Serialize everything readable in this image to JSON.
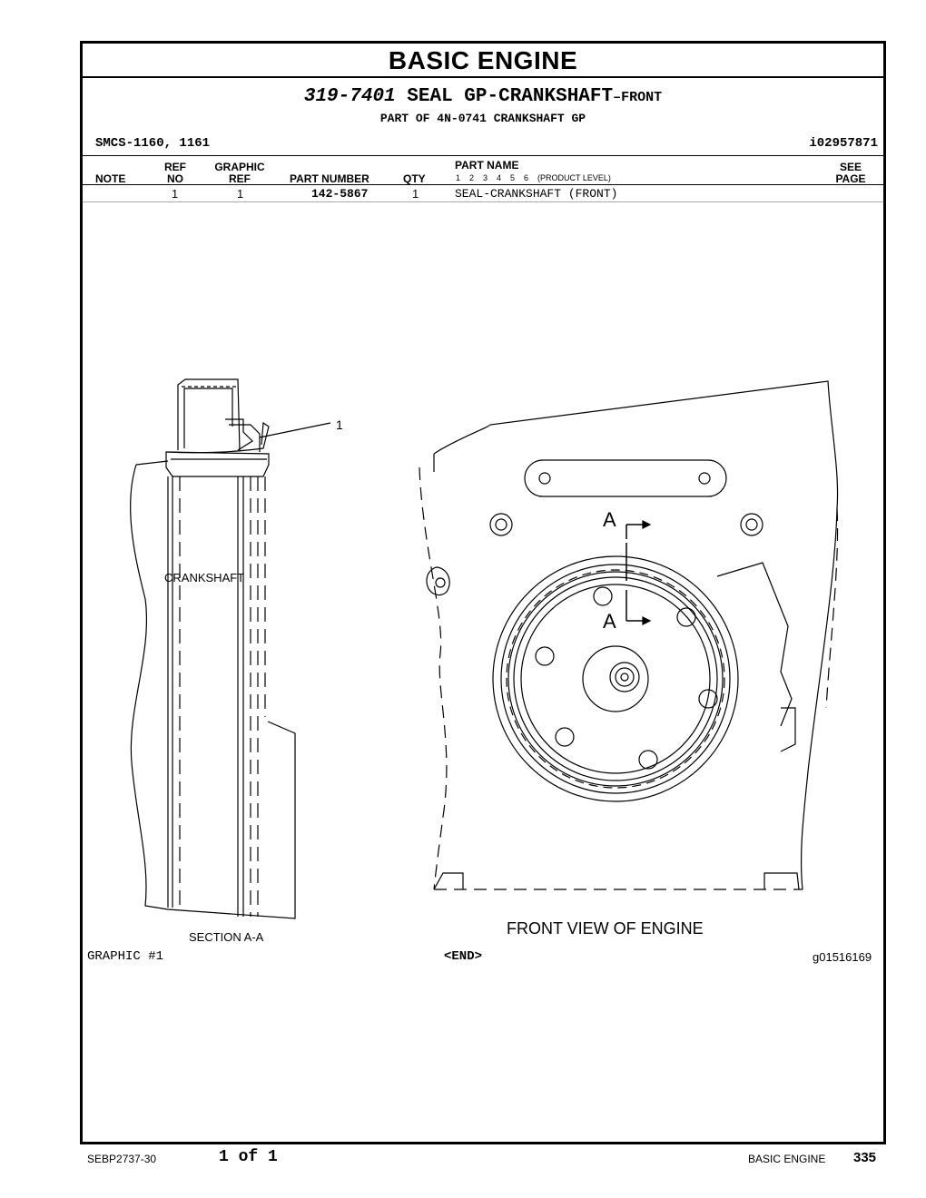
{
  "header": {
    "section_title": "BASIC ENGINE",
    "group_number": "319-7401",
    "group_name": "SEAL GP-CRANKSHAFT",
    "group_suffix": "–FRONT",
    "part_of": "PART OF 4N-0741 CRANKSHAFT GP",
    "smcs": "SMCS-1160, 1161",
    "illustration_id": "i02957871"
  },
  "table": {
    "col_note": "NOTE",
    "col_ref_top": "REF",
    "col_ref_bottom": "NO",
    "col_graphic_top": "GRAPHIC",
    "col_graphic_bottom": "REF",
    "col_part_number": "PART NUMBER",
    "col_qty": "QTY",
    "col_part_name": "PART NAME",
    "product_levels": "1    2    3    4    5    6    (PRODUCT LEVEL)",
    "col_see_top": "SEE",
    "col_see_bottom": "PAGE",
    "rows": [
      {
        "ref_no": "1",
        "graphic_ref": "1",
        "part_number": "142-5867",
        "qty": "1",
        "part_name": "SEAL-CRANKSHAFT (FRONT)"
      }
    ]
  },
  "graphic": {
    "callout": "1",
    "crankshaft_label": "CRANKSHAFT",
    "section_label": "SECTION A-A",
    "section_marker_top": "A",
    "section_marker_bottom": "A",
    "front_view_label": "FRONT VIEW OF ENGINE",
    "graphic_label": "GRAPHIC #1",
    "end_label": "<END>",
    "graphic_id": "g01516169"
  },
  "footer": {
    "doc_number": "SEBP2737-30",
    "page_of": "1 of 1",
    "section": "BASIC ENGINE",
    "page_number": "335"
  }
}
